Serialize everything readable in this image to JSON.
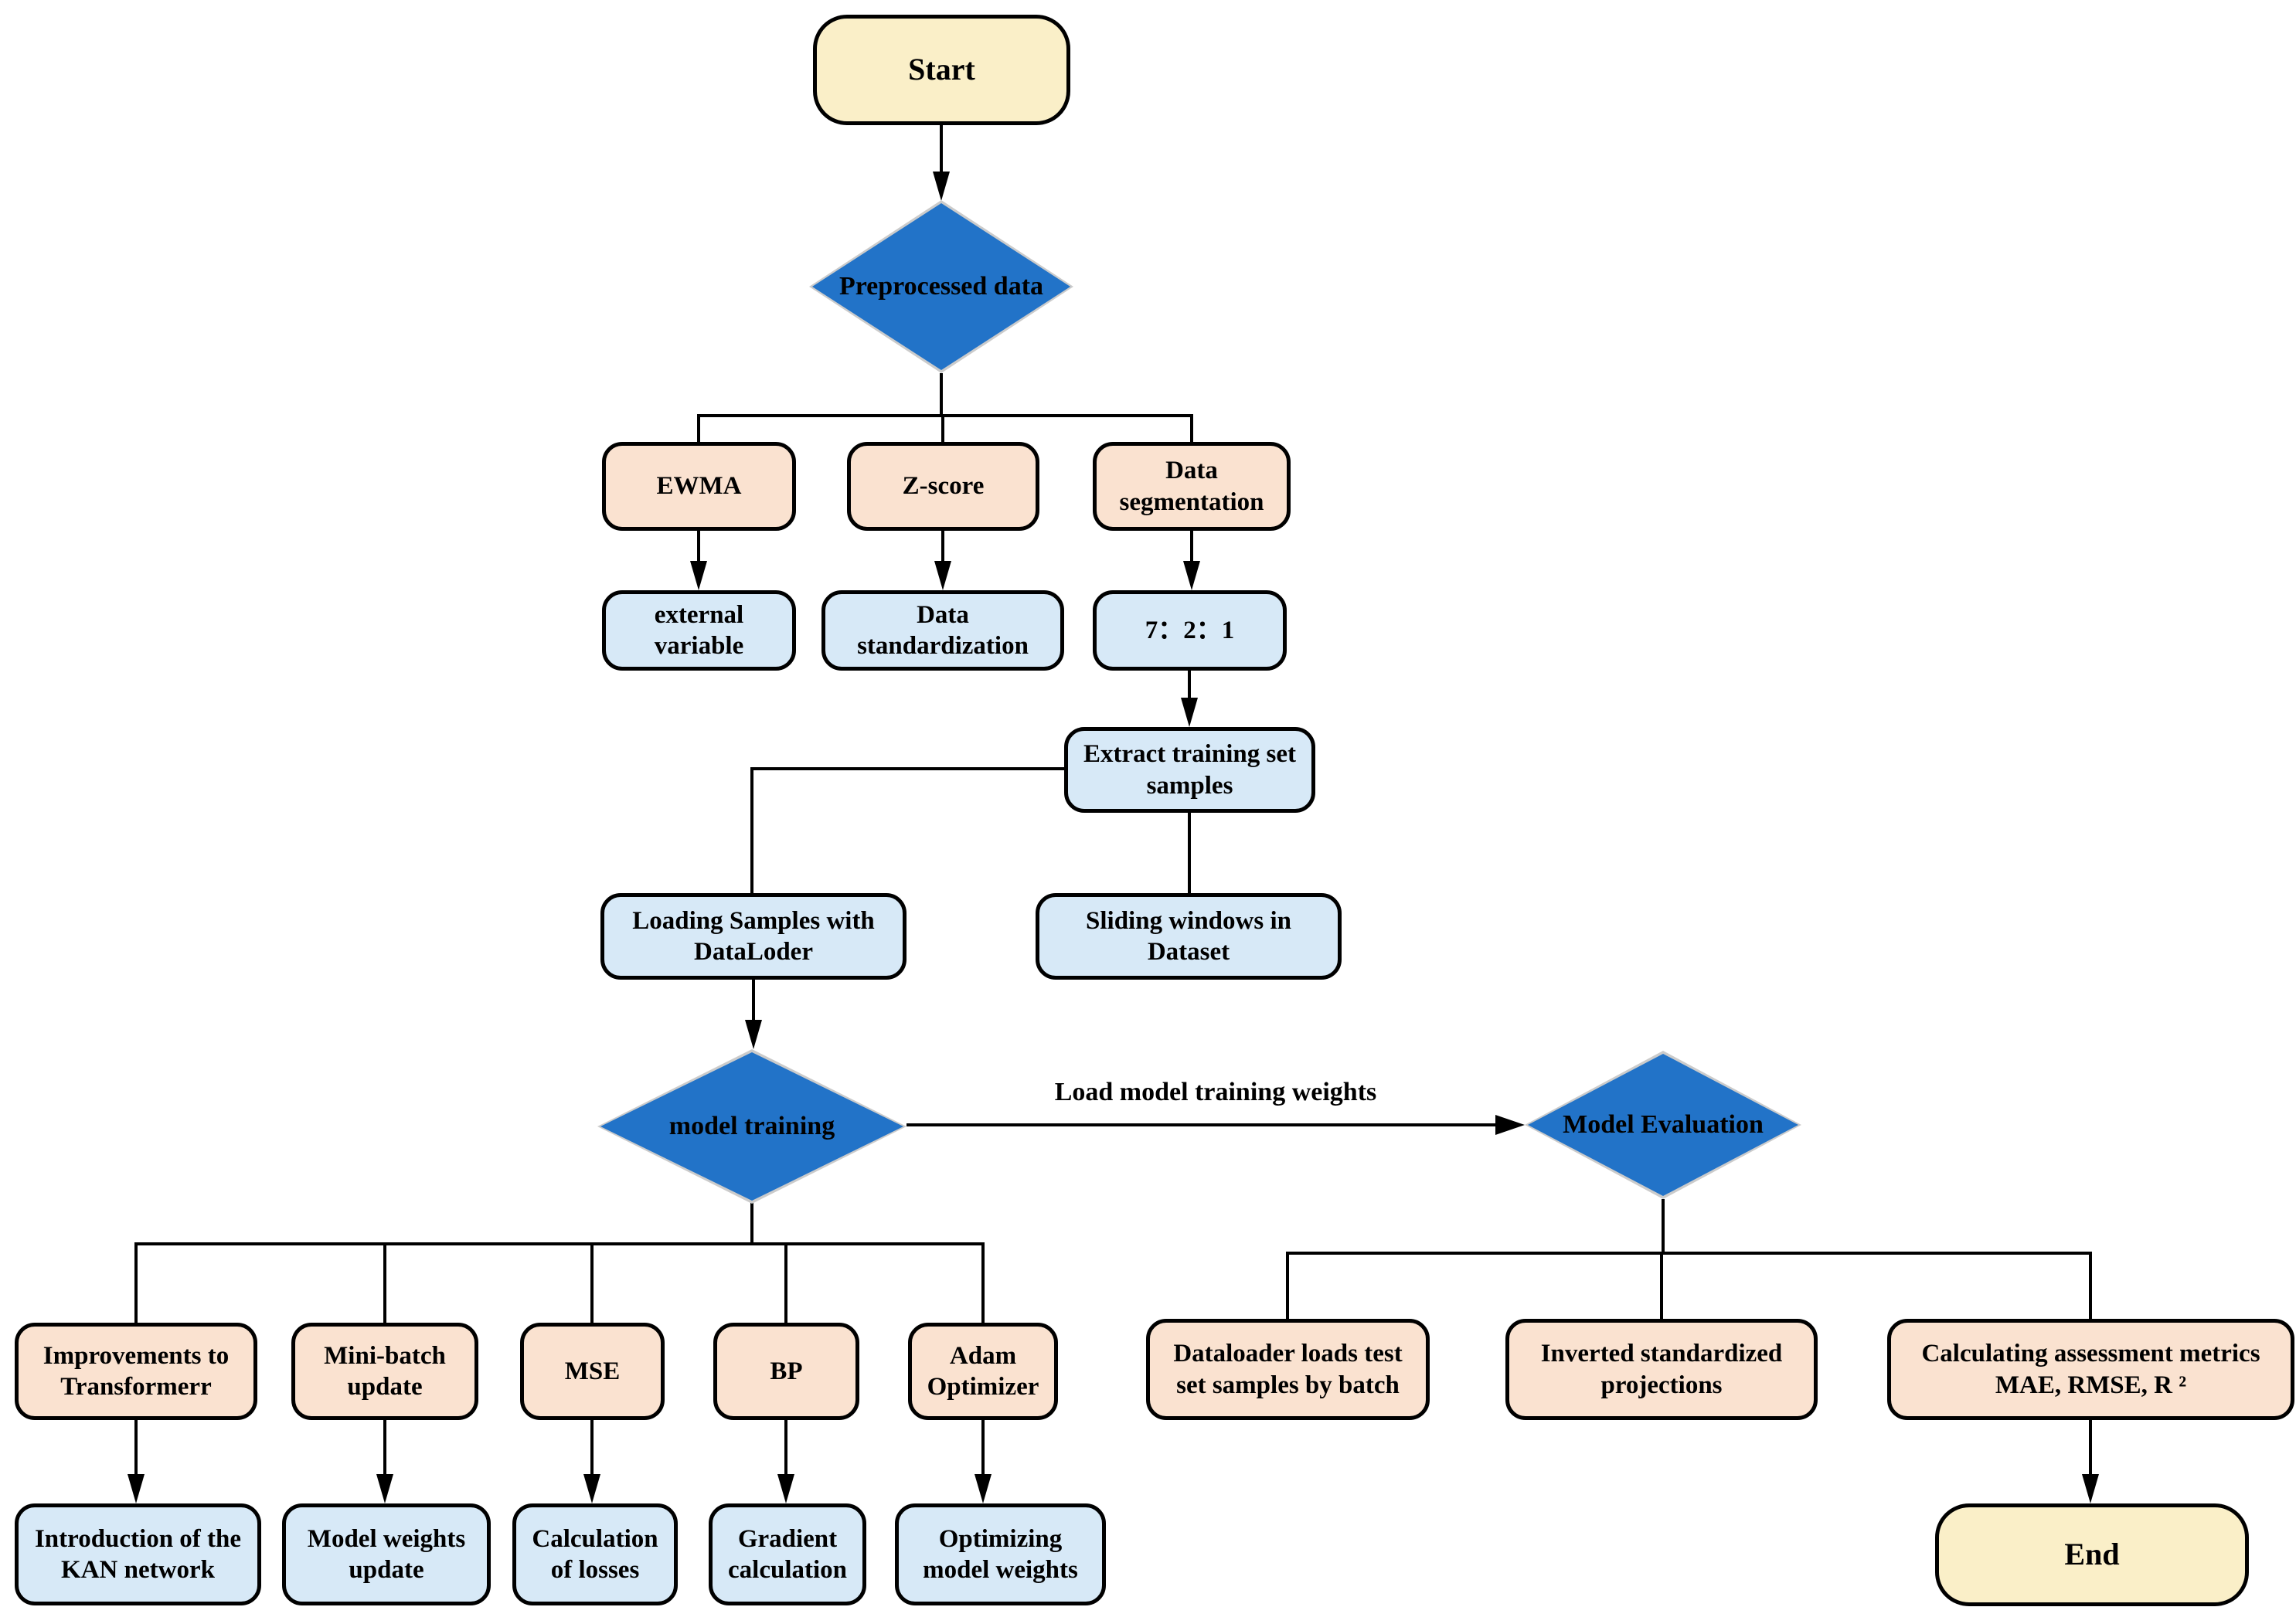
{
  "diagram": {
    "nodes": {
      "start": "Start",
      "preprocessed": "Preprocessed data",
      "ewma": "EWMA",
      "zscore": "Z-score",
      "data_segmentation": "Data segmentation",
      "external_variable": "external variable",
      "data_standardization": "Data standardization",
      "ratio": "7：2：1",
      "extract_training": "Extract training set samples",
      "loading_samples": "Loading Samples with DataLoder",
      "sliding_windows": "Sliding windows in Dataset",
      "model_training": "model training",
      "model_evaluation": "Model Evaluation",
      "improvements": "Improvements to Transformerr",
      "mini_batch": "Mini-batch update",
      "mse": "MSE",
      "bp": "BP",
      "adam": "Adam Optimizer",
      "kan_intro": "Introduction of the KAN network",
      "model_weights_update": "Model weights update",
      "calc_losses": "Calculation of losses",
      "gradient_calc": "Gradient calculation",
      "optimizing_weights": "Optimizing model weights",
      "dataloader_test": "Dataloader loads test set samples by batch",
      "inverted_std": "Inverted standardized projections",
      "calc_metrics": "Calculating assessment metrics MAE, RMSE, R ²",
      "end": "End"
    },
    "edges": {
      "load_weights_label": "Load model training weights"
    },
    "colors": {
      "terminal_fill": "#FAEFC8",
      "process_fill": "#FAE2D0",
      "result_fill": "#D7E9F7",
      "decision_fill": "#2273C8",
      "decision_border": "#CBCBCB",
      "line": "#000000"
    }
  }
}
